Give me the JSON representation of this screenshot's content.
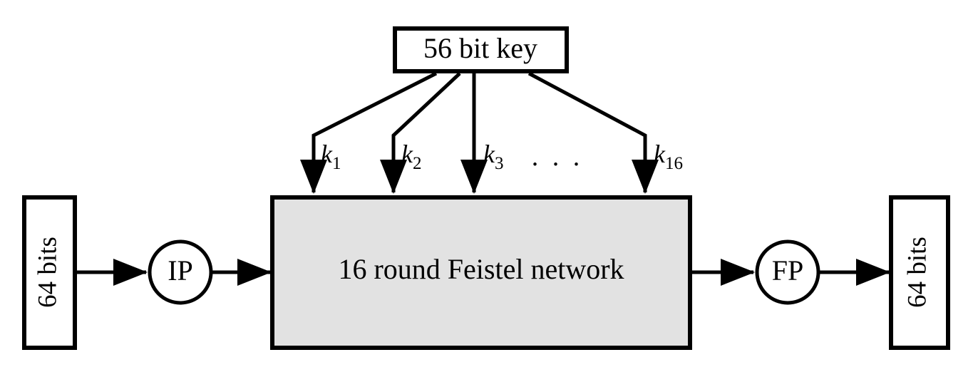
{
  "diagram": {
    "title": "DES block cipher structure",
    "colors": {
      "background": "#ffffff",
      "stroke": "#000000",
      "block_fill": "#e2e2e2",
      "box_fill": "#ffffff"
    },
    "nodes": {
      "key_box": {
        "label": "56  bit key",
        "name": "key-box"
      },
      "input_box": {
        "label": "64 bits",
        "name": "input-bits-box"
      },
      "ip_circle": {
        "label": "IP",
        "name": "initial-permutation-circle"
      },
      "feistel_block": {
        "label": "16 round Feistel network",
        "name": "feistel-network-block"
      },
      "fp_circle": {
        "label": "FP",
        "name": "final-permutation-circle"
      },
      "output_box": {
        "label": "64 bits",
        "name": "output-bits-box"
      }
    },
    "subkeys": [
      {
        "base": "k",
        "sub": "1",
        "name": "subkey-k1"
      },
      {
        "base": "k",
        "sub": "2",
        "name": "subkey-k2"
      },
      {
        "base": "k",
        "sub": "3",
        "name": "subkey-k3"
      },
      {
        "base": "k",
        "sub": "16",
        "name": "subkey-k16"
      }
    ],
    "ellipsis": ". . ."
  }
}
